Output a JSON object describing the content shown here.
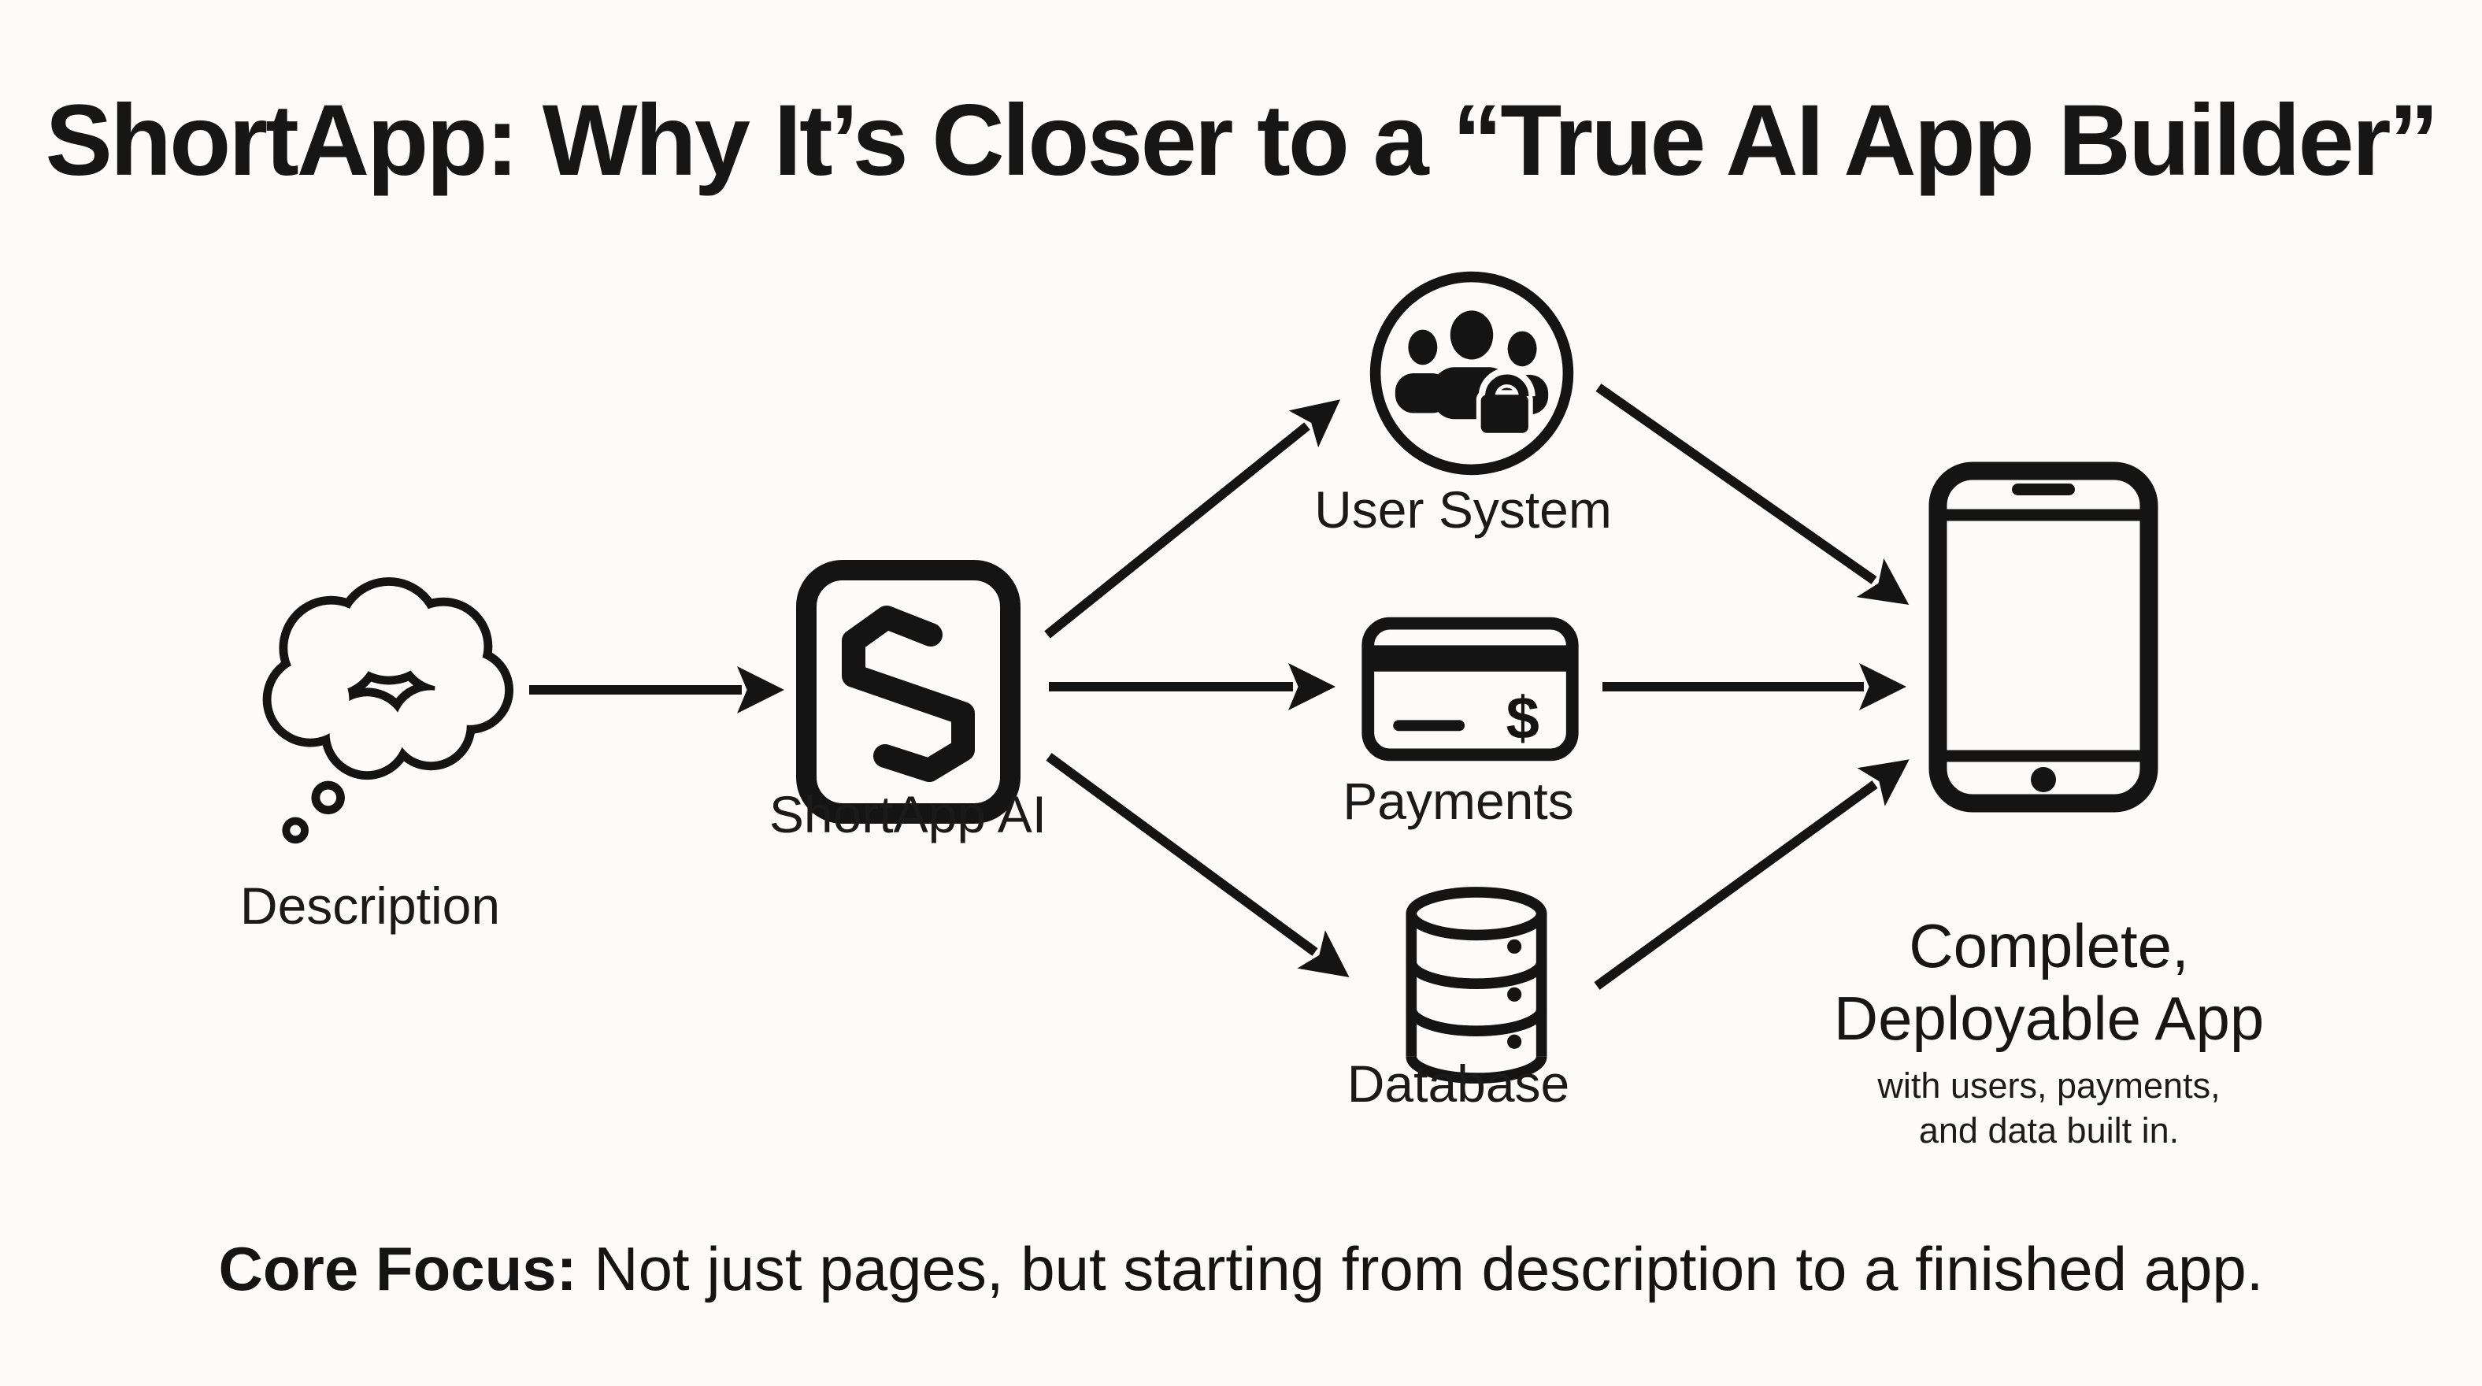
{
  "title": "ShortApp: Why It’s Closer to a “True AI App Builder”",
  "nodes": {
    "description": {
      "label": "Description"
    },
    "shortapp": {
      "label": "ShortApp AI"
    },
    "user_system": {
      "label": "User System"
    },
    "payments": {
      "label": "Payments",
      "currency_symbol": "$"
    },
    "database": {
      "label": "Database"
    },
    "app": {
      "label_line1": "Complete,",
      "label_line2": "Deployable App",
      "subtext_line1": "with users, payments,",
      "subtext_line2": "and data built in."
    }
  },
  "footer": {
    "label": "Core Focus:",
    "text": "Not just pages, but starting from description to a finished app."
  },
  "colors": {
    "ink": "#141414",
    "background": "#fcfbf9"
  }
}
